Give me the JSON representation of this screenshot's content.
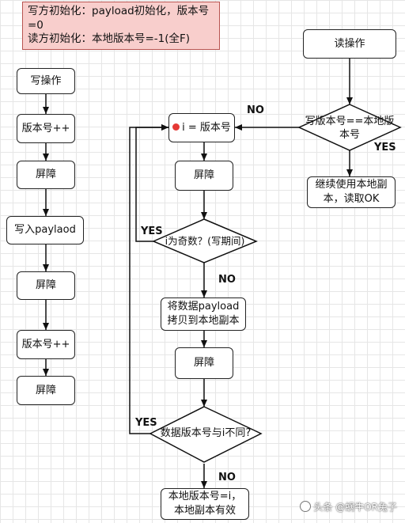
{
  "note": {
    "line1": "写方初始化：payload初始化，版本号=0",
    "line2": "读方初始化：本地版本号=-1(全F)"
  },
  "writer": {
    "title": "写操作",
    "steps": [
      "版本号++",
      "屏障",
      "写入paylaod",
      "屏障",
      "版本号++",
      "屏障"
    ]
  },
  "reader": {
    "title": "读操作",
    "check_line1": "写版本号==本地版",
    "check_line2": "本号",
    "check_yes": "YES",
    "check_no": "NO",
    "continue_line1": "继续使用本地副",
    "continue_line2": "本，读取OK",
    "assign": "i = 版本号",
    "barrier1": "屏障",
    "odd_check": "i为奇数？(写期间)",
    "odd_yes": "YES",
    "odd_no": "NO",
    "copy_line1": "将数据payload",
    "copy_line2": "拷贝到本地副本",
    "barrier2": "屏障",
    "diff_check": "数据版本号与i不同?",
    "diff_yes": "YES",
    "diff_no": "NO",
    "final_line1": "本地版本号=i，",
    "final_line2": "本地副本有效"
  },
  "watermark": "头条 @蜗牛OR兔子",
  "icons": {
    "pin": "pin-icon",
    "watermark": "watermark-logo-icon"
  }
}
